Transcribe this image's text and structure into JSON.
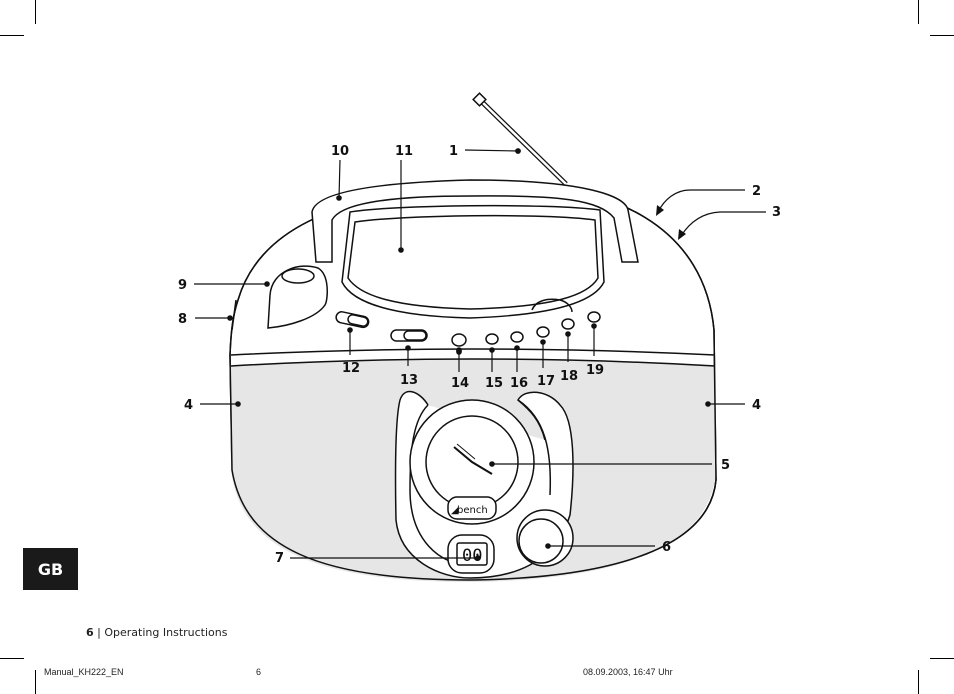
{
  "page": {
    "section_tab": "GB",
    "page_number": "6",
    "separator": "|",
    "footer_title": "Operating Instructions"
  },
  "slug": {
    "file": "Manual_KH222_EN",
    "page": "6",
    "timestamp": "08.09.2003, 16:47 Uhr"
  },
  "diagram": {
    "brand_label": "bench",
    "display_reading": "00",
    "callouts": [
      "1",
      "2",
      "3",
      "4",
      "4",
      "5",
      "6",
      "7",
      "8",
      "9",
      "10",
      "11",
      "12",
      "13",
      "14",
      "15",
      "16",
      "17",
      "18",
      "19"
    ]
  }
}
